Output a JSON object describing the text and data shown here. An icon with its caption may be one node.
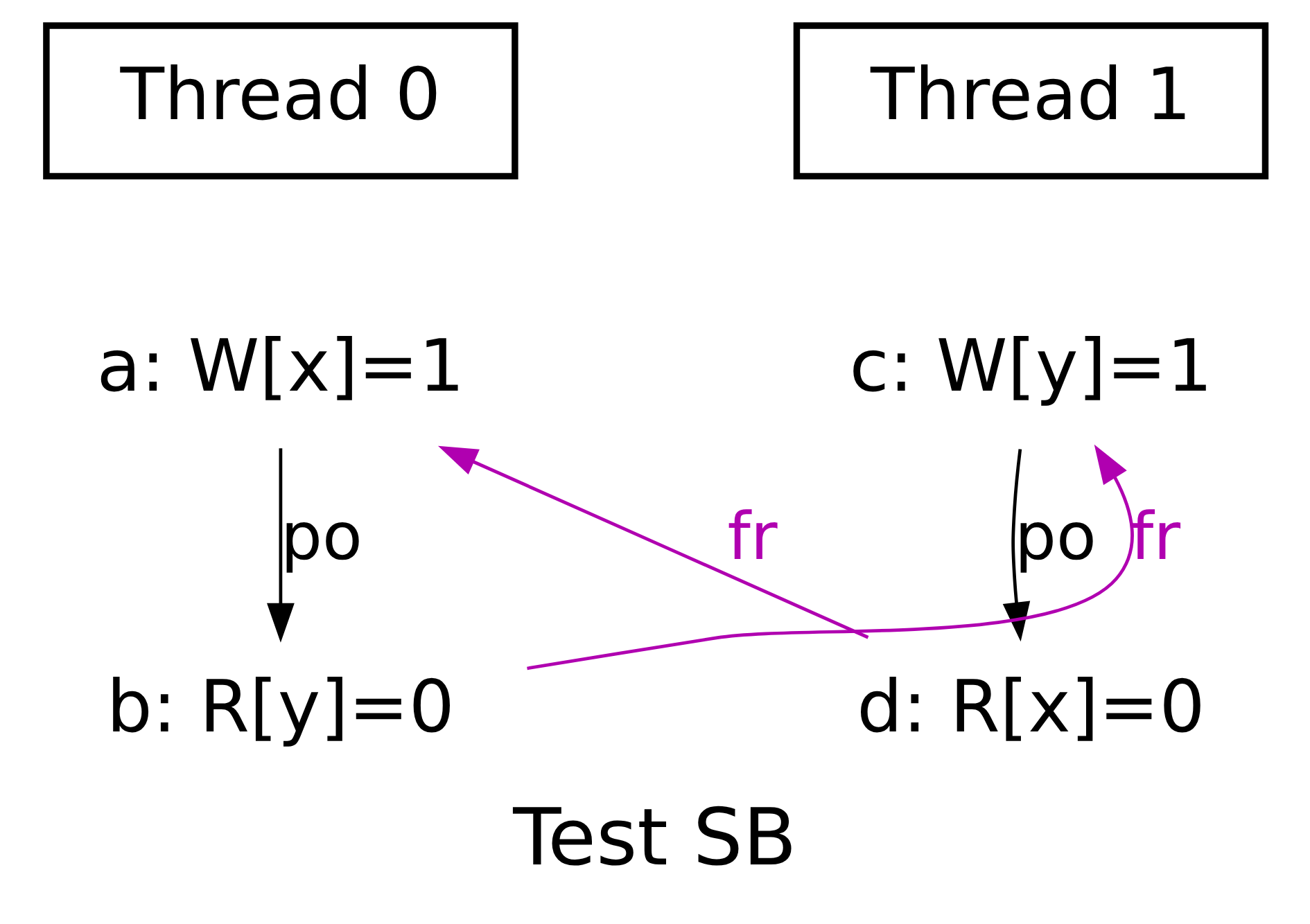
{
  "diagram": {
    "caption": "Test SB",
    "nodes": [
      {
        "text": [
          "Thread 0"
        ]
      },
      {
        "text": [
          "Thread 1"
        ]
      },
      {
        "text": [
          "a: W[x]=1"
        ]
      },
      {
        "text": [
          "c: W[y]=1"
        ]
      },
      {
        "text": [
          "b: R[y]=0"
        ]
      },
      {
        "text": [
          "d: R[x]=0"
        ]
      }
    ],
    "edges": [
      {
        "from": 2,
        "to": 4,
        "arrow": "to",
        "label": "po"
      },
      {
        "from": 3,
        "to": 5,
        "arrow": "to",
        "label": "po"
      },
      {
        "from": 4,
        "to": 3,
        "arrow": "to",
        "label": "fr",
        "color": "#b000b0"
      },
      {
        "from": 5,
        "to": 2,
        "arrow": "to",
        "label": "fr",
        "color": "#b000b0"
      }
    ]
  }
}
